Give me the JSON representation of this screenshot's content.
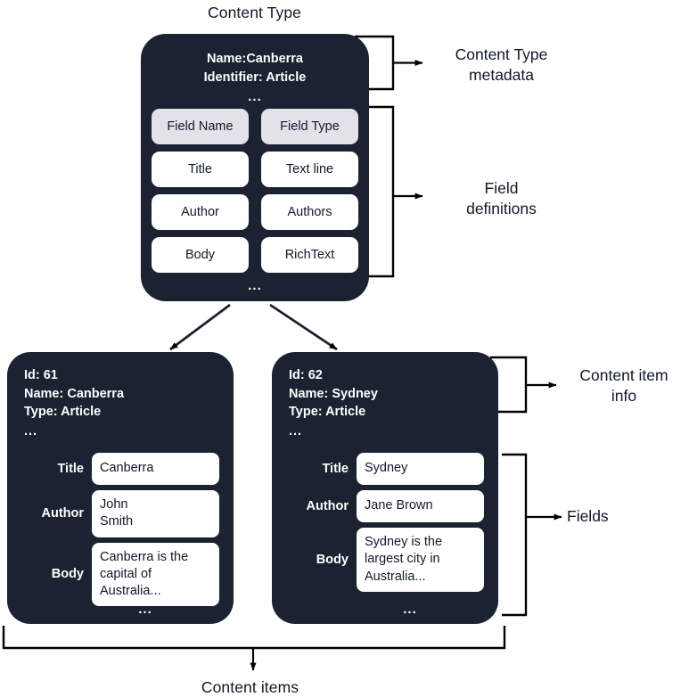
{
  "diagram": {
    "top_caption": "Content Type",
    "bottom_caption": "Content items",
    "colors": {
      "card_background": "#1b2231",
      "header_cell_background": "#e2e2e9",
      "cell_background": "#ffffff",
      "text_dark": "#11182a",
      "text_light": "#ffffff",
      "connector": "#000000",
      "page_background": "#ffffff"
    }
  },
  "content_type": {
    "metadata_line_1": "Name:Canberra",
    "metadata_line_2": "Identifier: Article",
    "metadata_ellipsis": "...",
    "table": {
      "headers": [
        "Field Name",
        "Field Type"
      ],
      "rows": [
        [
          "Title",
          "Text line"
        ],
        [
          "Author",
          "Authors"
        ],
        [
          "Body",
          "RichText"
        ]
      ]
    },
    "table_ellipsis": "..."
  },
  "content_items": [
    {
      "info": {
        "id_line": "Id: 61",
        "name_line": "Name: Canberra",
        "type_line": "Type: Article",
        "ellipsis": "..."
      },
      "fields": [
        {
          "label": "Title",
          "value": "Canberra"
        },
        {
          "label": "Author",
          "value": "John\nSmith"
        },
        {
          "label": "Body",
          "value": "Canberra is the capital of Australia..."
        }
      ],
      "fields_ellipsis": "..."
    },
    {
      "info": {
        "id_line": "Id: 62",
        "name_line": "Name: Sydney",
        "type_line": "Type: Article",
        "ellipsis": "..."
      },
      "fields": [
        {
          "label": "Title",
          "value": "Sydney"
        },
        {
          "label": "Author",
          "value": "Jane Brown"
        },
        {
          "label": "Body",
          "value": "Sydney is the largest city in Australia..."
        }
      ],
      "fields_ellipsis": "..."
    }
  ],
  "annotations": {
    "content_type_metadata": "Content Type\nmetadata",
    "content_type_metadata_line_1": "Content Type",
    "content_type_metadata_line_2": "metadata",
    "field_definitions_line_1": "Field",
    "field_definitions_line_2": "definitions",
    "content_item_info_line_1": "Content item",
    "content_item_info_line_2": "info",
    "fields": "Fields"
  }
}
